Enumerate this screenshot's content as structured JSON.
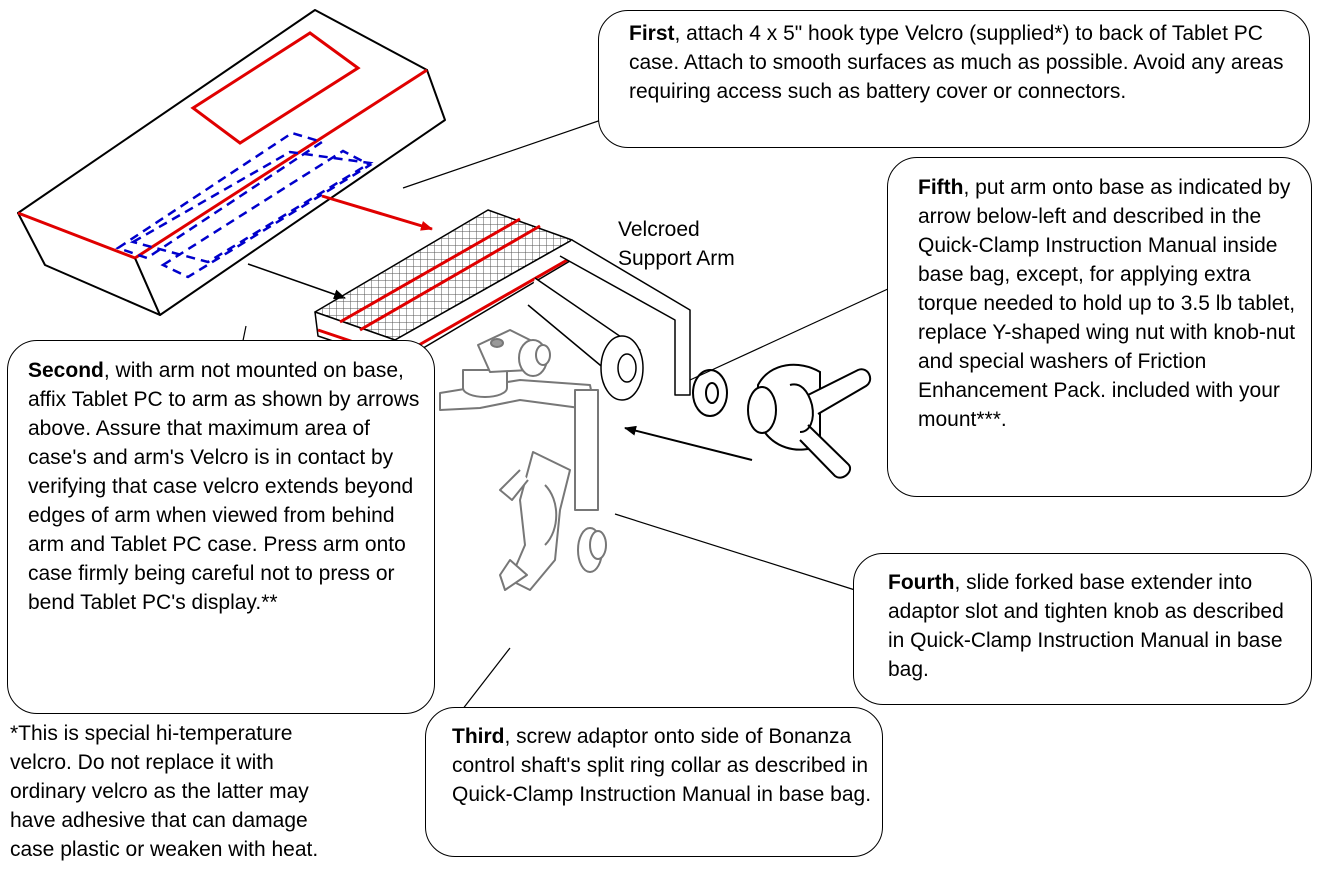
{
  "steps": {
    "first": {
      "lead": "First",
      "text": ", attach 4 x 5\" hook type Velcro  (supplied*) to back of Tablet PC  case.  Attach to smooth surfaces as much as possible.  Avoid any areas requiring access such as battery cover or connectors."
    },
    "second": {
      "lead": "Second",
      "text": ", with arm not mounted on base, affix Tablet PC to arm as shown by arrows above.   Assure that maximum area of case's and arm's Velcro is in contact by verifying that case velcro extends beyond edges of arm when viewed from behind arm and Tablet PC case. Press arm onto case firmly being careful not to press or bend Tablet PC's display.**"
    },
    "third": {
      "lead": "Third",
      "text": ", screw adaptor onto side of Bonanza control shaft's split ring collar as described in Quick-Clamp Instruction Manual in base bag."
    },
    "fourth": {
      "lead": "Fourth",
      "text": ", slide forked base extender into adaptor slot and tighten knob as described in Quick-Clamp Instruction Manual in base bag."
    },
    "fifth": {
      "lead": "Fifth",
      "text": ", put arm onto base as indicated by arrow  below-left and described in the Quick-Clamp Instruction Manual  inside base bag, except, for applying extra torque needed to hold up to 3.5 lb tablet, replace Y-shaped wing nut with knob-nut and special washers of Friction Enhancement Pack. included with your mount***."
    }
  },
  "labels": {
    "support_arm": "Velcroed Support Arm"
  },
  "footnote": " *This is special hi-temperature velcro.  Do not replace it with ordinary velcro as the latter may have adhesive that can damage case plastic or weaken with heat.",
  "colors": {
    "outline": "#000000",
    "velcro_case": "#e00000",
    "velcro_hidden": "#0000cc",
    "arm_grid": "#666666",
    "hardware": "#777777"
  }
}
